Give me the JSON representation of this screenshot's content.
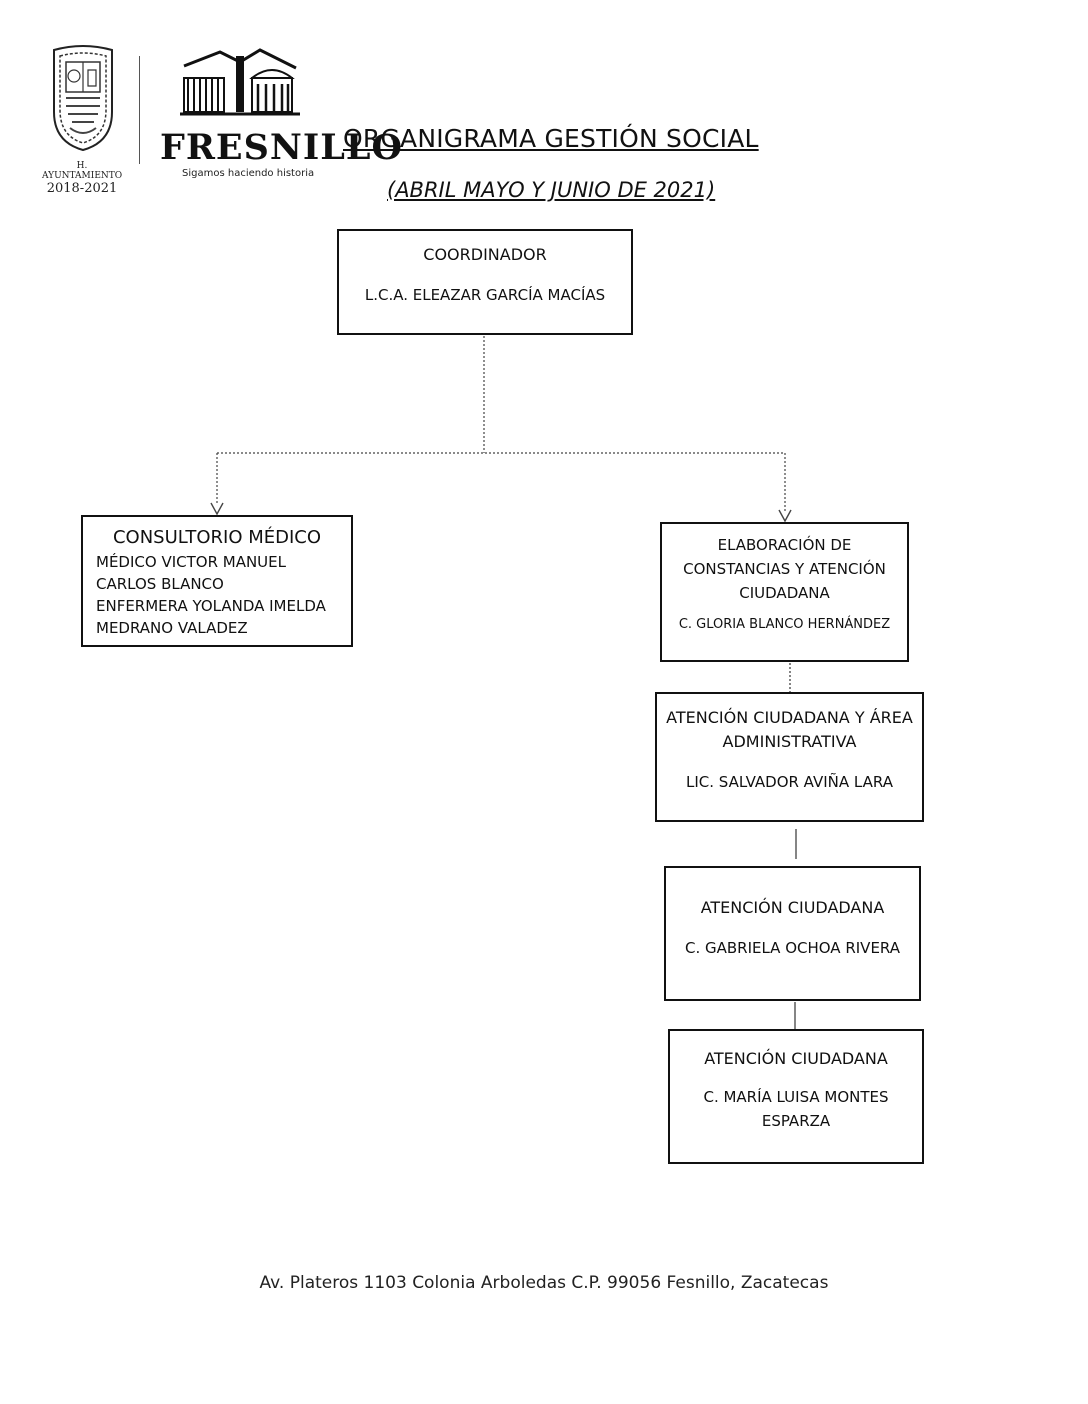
{
  "header": {
    "seal_caption": "H. AYUNTAMIENTO",
    "seal_years": "2018-2021",
    "logo_name": "FRESNILLO",
    "logo_tagline": "Sigamos haciendo historia",
    "title": "ORGANIGRAMA GESTIÓN SOCIAL",
    "subtitle": "(ABRIL MAYO Y JUNIO DE 2021)"
  },
  "org": {
    "coordinator": {
      "role": "COORDINADOR",
      "name": "L.C.A. ELEAZAR GARCÍA MACÍAS"
    },
    "medical": {
      "role": "CONSULTORIO MÉDICO",
      "lines": [
        "MÉDICO VICTOR MANUEL",
        "CARLOS BLANCO",
        "ENFERMERA YOLANDA IMELDA",
        "MEDRANO VALADEZ"
      ]
    },
    "constancias": {
      "role_lines": [
        "ELABORACIÓN DE",
        "CONSTANCIAS Y ATENCIÓN",
        "CIUDADANA"
      ],
      "name": "C. GLORIA BLANCO HERNÁNDEZ"
    },
    "admin": {
      "role_lines": [
        "ATENCIÓN CIUDADANA Y ÁREA",
        "ADMINISTRATIVA"
      ],
      "name": "LIC. SALVADOR AVIÑA LARA"
    },
    "atencion1": {
      "role": "ATENCIÓN CIUDADANA",
      "name": "C. GABRIELA OCHOA RIVERA"
    },
    "atencion2": {
      "role": "ATENCIÓN CIUDADANA",
      "name_lines": [
        "C. MARÍA LUISA MONTES",
        "ESPARZA"
      ]
    }
  },
  "footer": {
    "address": "Av. Plateros 1103 Colonia Arboledas C.P. 99056 Fesnillo, Zacatecas"
  }
}
